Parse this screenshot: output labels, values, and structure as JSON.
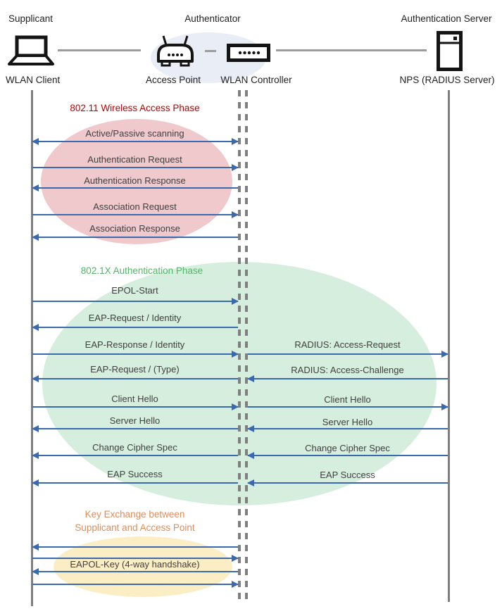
{
  "header": {
    "roles": {
      "supplicant": "Supplicant",
      "authenticator": "Authenticator",
      "auth_server": "Authentication Server"
    },
    "devices": {
      "wlan_client": "WLAN Client",
      "access_point": "Access Point",
      "wlan_controller": "WLAN Controller",
      "nps": "NPS (RADIUS Server)"
    }
  },
  "phases": {
    "wireless_access": {
      "title": "802.11 Wireless Access Phase",
      "title_color": "#C00000",
      "fill": "#F0C9CD"
    },
    "authentication": {
      "title": "802.1X Authentication Phase",
      "title_color": "#54B567",
      "fill": "#D6EEDE"
    },
    "key_exchange": {
      "title_line1": "Key Exchange between",
      "title_line2": "Supplicant and Access Point",
      "title_color": "#E28C5B",
      "fill": "#FBEEC5"
    }
  },
  "messages": {
    "scanning": "Active/Passive scanning",
    "authentication_request": "Authentication Request",
    "authentication_response": "Authentication Response",
    "association_request": "Association Request",
    "association_response": "Association Response",
    "epol_start": "EPOL-Start",
    "eap_request_identity": "EAP-Request / Identity",
    "eap_response_identity": "EAP-Response / Identity",
    "radius_access_request": "RADIUS: Access-Request",
    "eap_request_type": "EAP-Request / (Type)",
    "radius_access_challenge": "RADIUS: Access-Challenge",
    "client_hello": "Client Hello",
    "server_hello": "Server Hello",
    "change_cipher_spec": "Change Cipher Spec",
    "eap_success": "EAP Success",
    "eapol_key": "EAPOL-Key (4-way handshake)"
  },
  "colors": {
    "arrow": "#3B69B0",
    "lifeline": "#7F7F7F",
    "label_text": "#3F3F3F",
    "header_ellipse": "#E9EDF6"
  }
}
